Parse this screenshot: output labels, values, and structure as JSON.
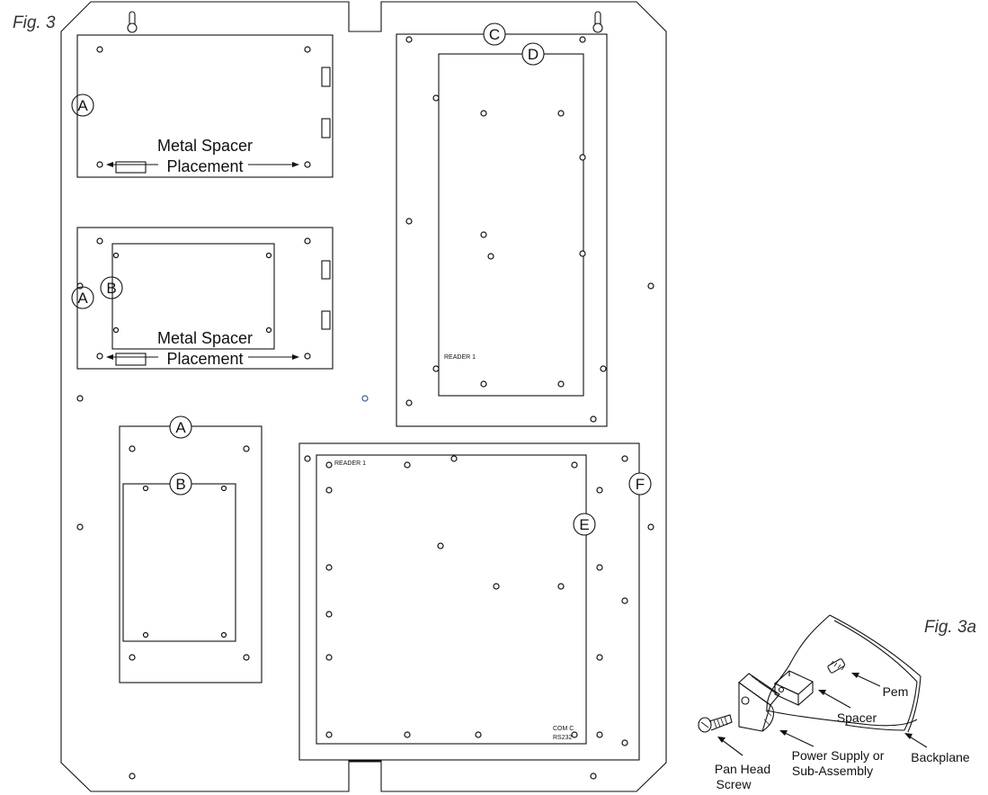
{
  "figures": {
    "main_label": "Fig. 3",
    "detail_label": "Fig. 3a"
  },
  "callouts": {
    "a": "A",
    "b": "B",
    "c": "C",
    "d": "D",
    "e": "E",
    "f": "F"
  },
  "spacer_note": {
    "line1": "Metal Spacer",
    "line2": "Placement"
  },
  "board_text": {
    "reader_d": "READER 1",
    "reader_e": "READER 1",
    "com_line1": "COM C",
    "com_line2": "RS232"
  },
  "detail_parts": {
    "pem": "Pem",
    "spacer": "Spacer",
    "power_supply_line1": "Power Supply or",
    "power_supply_line2": "Sub-Assembly",
    "backplane": "Backplane",
    "screw_line1": "Pan Head",
    "screw_line2": "Screw"
  },
  "colors": {
    "line": "#111111",
    "accent_hole": "#3b5c8f"
  }
}
